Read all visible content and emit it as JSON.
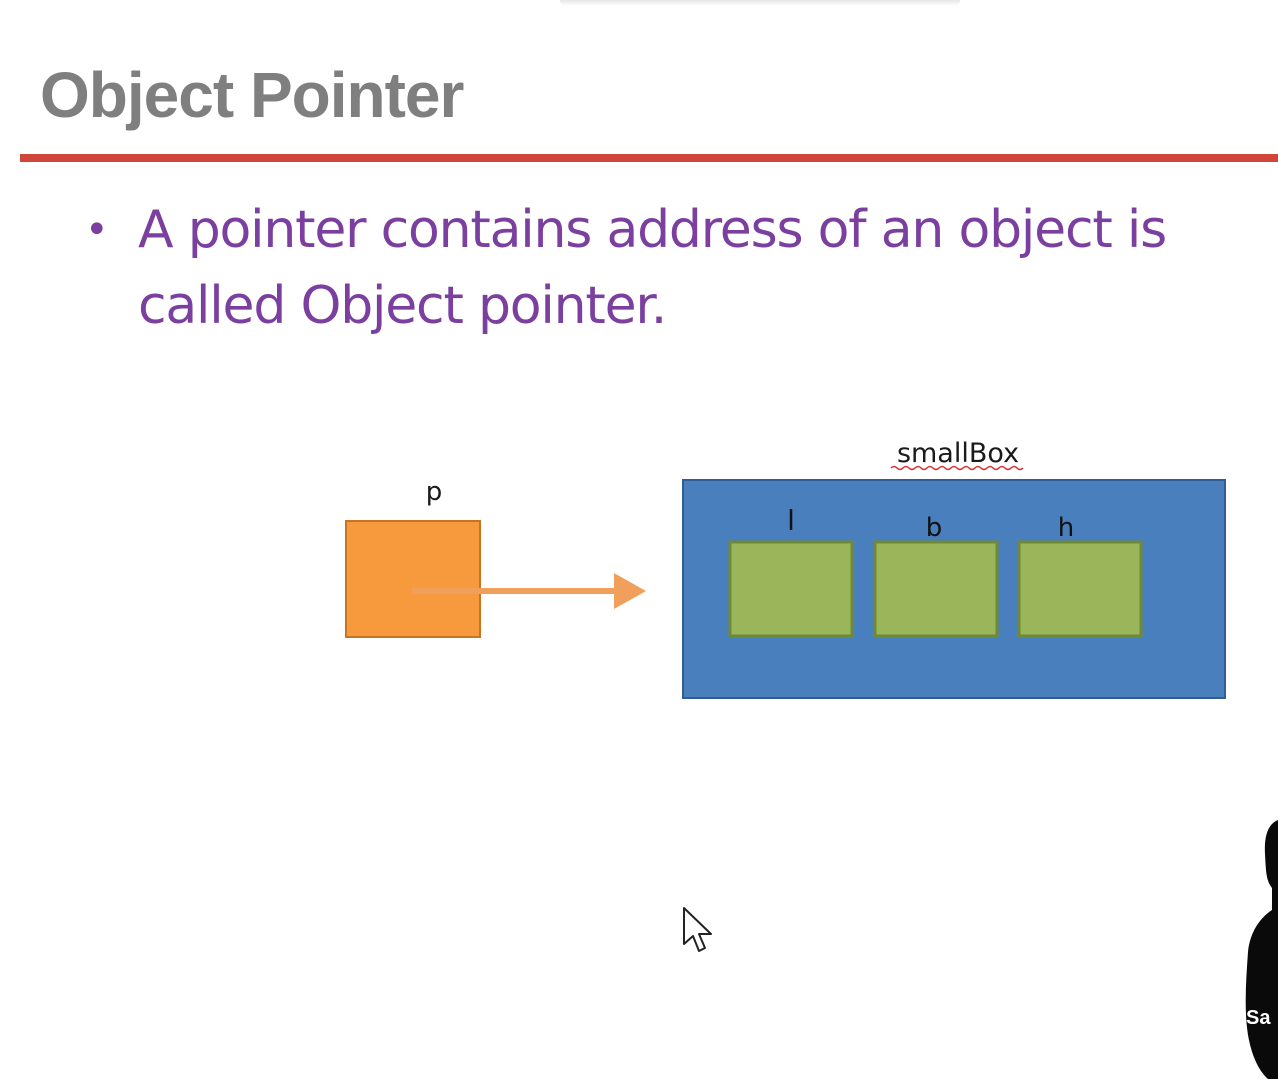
{
  "slide": {
    "title": "Object Pointer",
    "bullets": [
      "A pointer contains address of an object is called Object pointer."
    ]
  },
  "diagram": {
    "pointer_label": "p",
    "object_label": "smallBox",
    "members": [
      "l",
      "b",
      "h"
    ],
    "colors": {
      "pointer_box": "#f79a3e",
      "arrow": "#f0a05a",
      "object_box": "#4a7fbe",
      "member_box": "#9bb55a",
      "title": "#7f7f7f",
      "rule": "#d0463b",
      "bullet_text": "#7b3fa0"
    }
  },
  "overlay": {
    "presenter_badge": "Sa",
    "cursor_icon": "mouse-pointer-icon"
  }
}
